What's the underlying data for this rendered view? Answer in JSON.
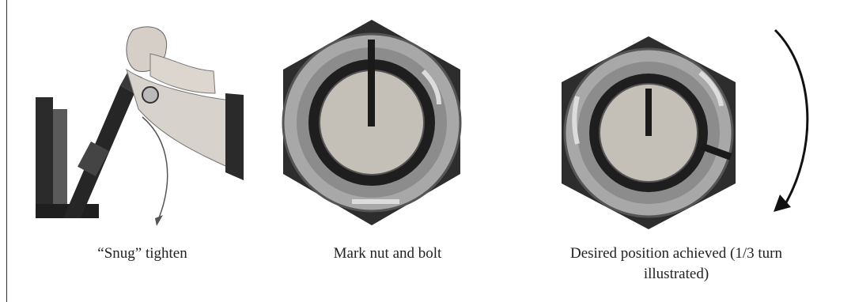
{
  "captions": {
    "step1": "“Snug” tighten",
    "step2": "Mark nut and bolt",
    "step3_line1": "Desired position achieved (1/3 turn",
    "step3_line2": "illustrated)"
  },
  "icons": {
    "step1": "wrench-tightening-hand-illustration",
    "step2": "marked-hex-nut-illustration",
    "step3": "rotated-hex-nut-illustration",
    "rotation": "clockwise-arrow-icon"
  },
  "colors": {
    "background": "#ffffff",
    "metal_dark": "#2a2a2a",
    "metal_mid": "#8a8a8a",
    "metal_light": "#cfcfcf"
  }
}
